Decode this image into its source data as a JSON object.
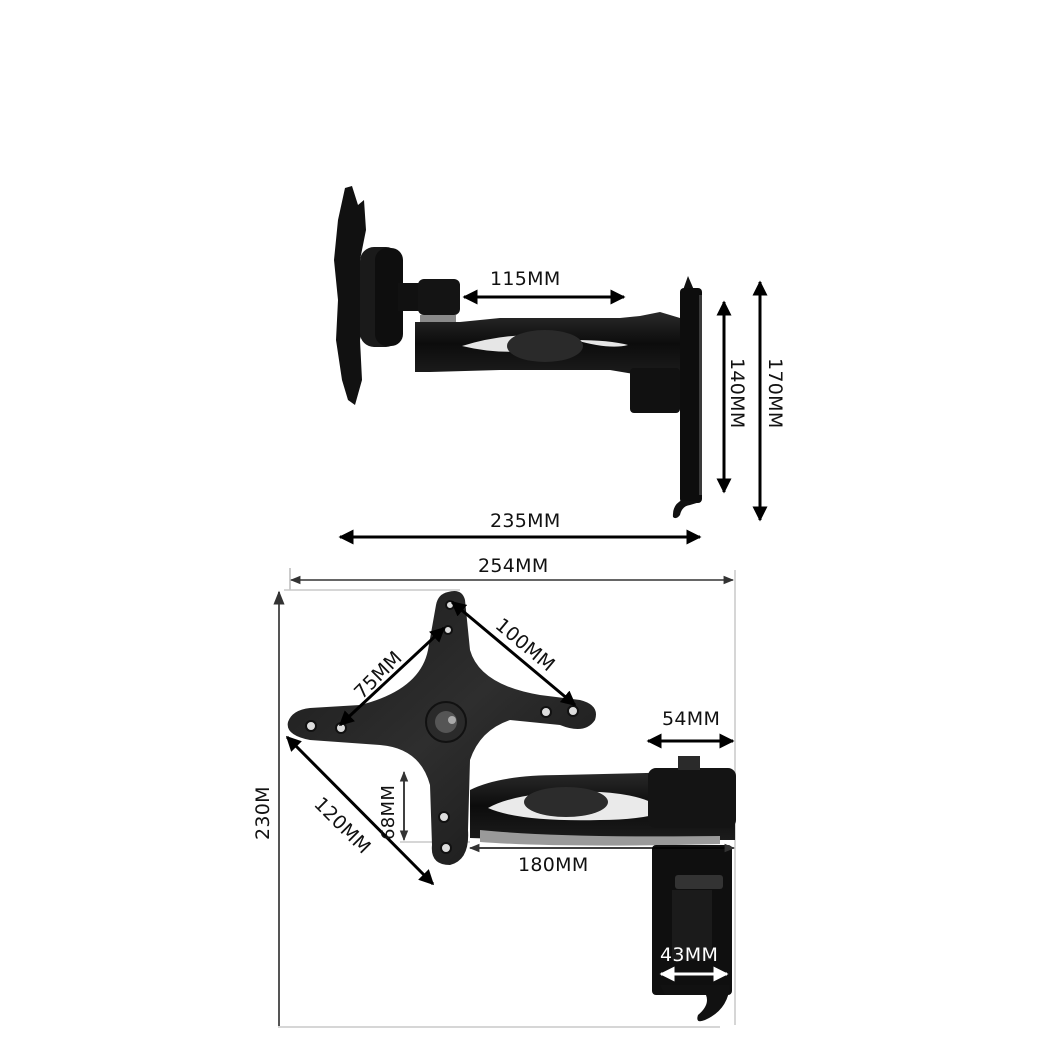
{
  "diagram": {
    "title": "TV wall mount bracket dimensions",
    "colors": {
      "background": "#ffffff",
      "product": "#111111",
      "product_highlight": "#3a3a3a",
      "arrow": "#000000",
      "guide_line": "#bdbdbd",
      "white_label": "#ffffff"
    },
    "side_view": {
      "dimensions": {
        "arm_length": "115MM",
        "wall_plate_height": "140MM",
        "total_height": "170MM",
        "total_depth": "235MM"
      }
    },
    "front_view": {
      "dimensions": {
        "total_width": "254MM",
        "total_height": "230M",
        "vesa_small": "75MM",
        "vesa_large": "100MM",
        "plate_diagonal": "120MM",
        "plate_lower_offset": "68MM",
        "arm_reach": "180MM",
        "wall_plate_depth": "54MM",
        "wall_plate_width": "43MM"
      }
    }
  }
}
